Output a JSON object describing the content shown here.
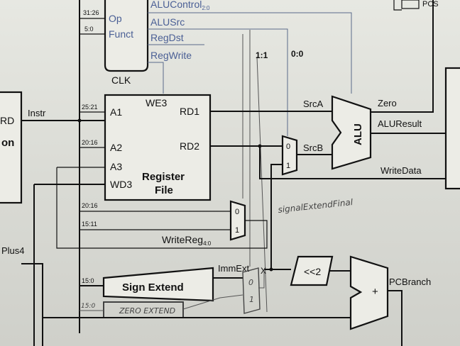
{
  "control_unit": {
    "op_bits": "31:26",
    "op": "Op",
    "funct_bits": "5:0",
    "funct": "Funct",
    "clk": "CLK"
  },
  "control_signals": {
    "alucontrol": "ALUControl",
    "alucontrol_sub": "2:0",
    "alusrc": "ALUSrc",
    "regdst": "RegDst",
    "regwrite": "RegWrite",
    "pcs_partial": "PCS"
  },
  "overlay_values": {
    "alusrc_value": "1:1",
    "regdst_value": "0:0"
  },
  "register_file": {
    "we3": "WE3",
    "a1_bits": "25:21",
    "a1": "A1",
    "a2_bits": "20:16",
    "a2": "A2",
    "a3": "A3",
    "wd3": "WD3",
    "rd1": "RD1",
    "rd2": "RD2",
    "title_line1": "Register",
    "title_line2": "File"
  },
  "left_edge": {
    "rd_partial": "RD",
    "on_partial": "on",
    "instr": "Instr",
    "plus4": "Plus4"
  },
  "alu": {
    "label": "ALU",
    "srca": "SrcA",
    "srcb": "SrcB",
    "zero": "Zero",
    "aluresult": "ALUResult",
    "writedata": "WriteData"
  },
  "mux_labels": {
    "zero": "0",
    "one": "1"
  },
  "writereg": {
    "bits_rt": "20:16",
    "bits_rd": "15:11",
    "label": "WriteReg",
    "sub": "4:0"
  },
  "sign_extend": {
    "bits": "15:0",
    "label": "Sign Extend",
    "immext": "ImmExt"
  },
  "zero_extend": {
    "bits": "15:0",
    "label": "ZERO EXTEND"
  },
  "handwritten": {
    "signal": "signalExtendFinal",
    "mark_x": "X"
  },
  "branch": {
    "shift": "<<2",
    "plus": "+",
    "pcbranch": "PCBranch"
  }
}
